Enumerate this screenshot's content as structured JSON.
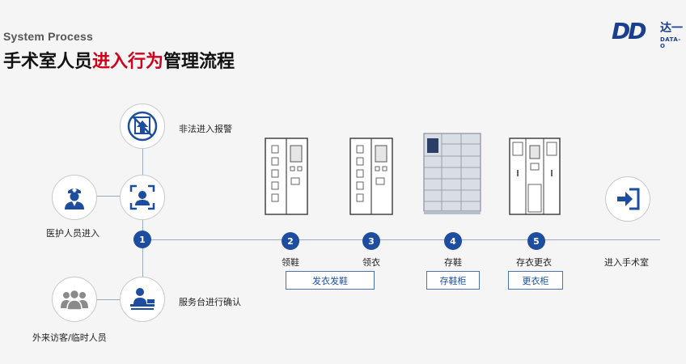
{
  "header": {
    "subtitle": "System Process",
    "title_part1": "手术室人员",
    "title_highlight": "进入行为",
    "title_part2": "管理流程"
  },
  "logo": {
    "mark": "DD",
    "cn": "达一",
    "en": "DATA-O"
  },
  "actors": {
    "medical": "医护人员进入",
    "visitor": "外来访客/临时人员",
    "alarm": "非法进入报警",
    "service_desk": "服务台进行确认"
  },
  "steps": [
    {
      "number": "1",
      "label": ""
    },
    {
      "number": "2",
      "label": "领鞋"
    },
    {
      "number": "3",
      "label": "领衣"
    },
    {
      "number": "4",
      "label": "存鞋"
    },
    {
      "number": "5",
      "label": "存衣更衣"
    }
  ],
  "boxes": {
    "dispense": "发衣发鞋",
    "shoe_cabinet": "存鞋柜",
    "locker": "更衣柜"
  },
  "end_label": "进入手术室",
  "colors": {
    "accent": "#1c4d9e",
    "highlight": "#d0021b",
    "line": "#9aa8c0"
  }
}
